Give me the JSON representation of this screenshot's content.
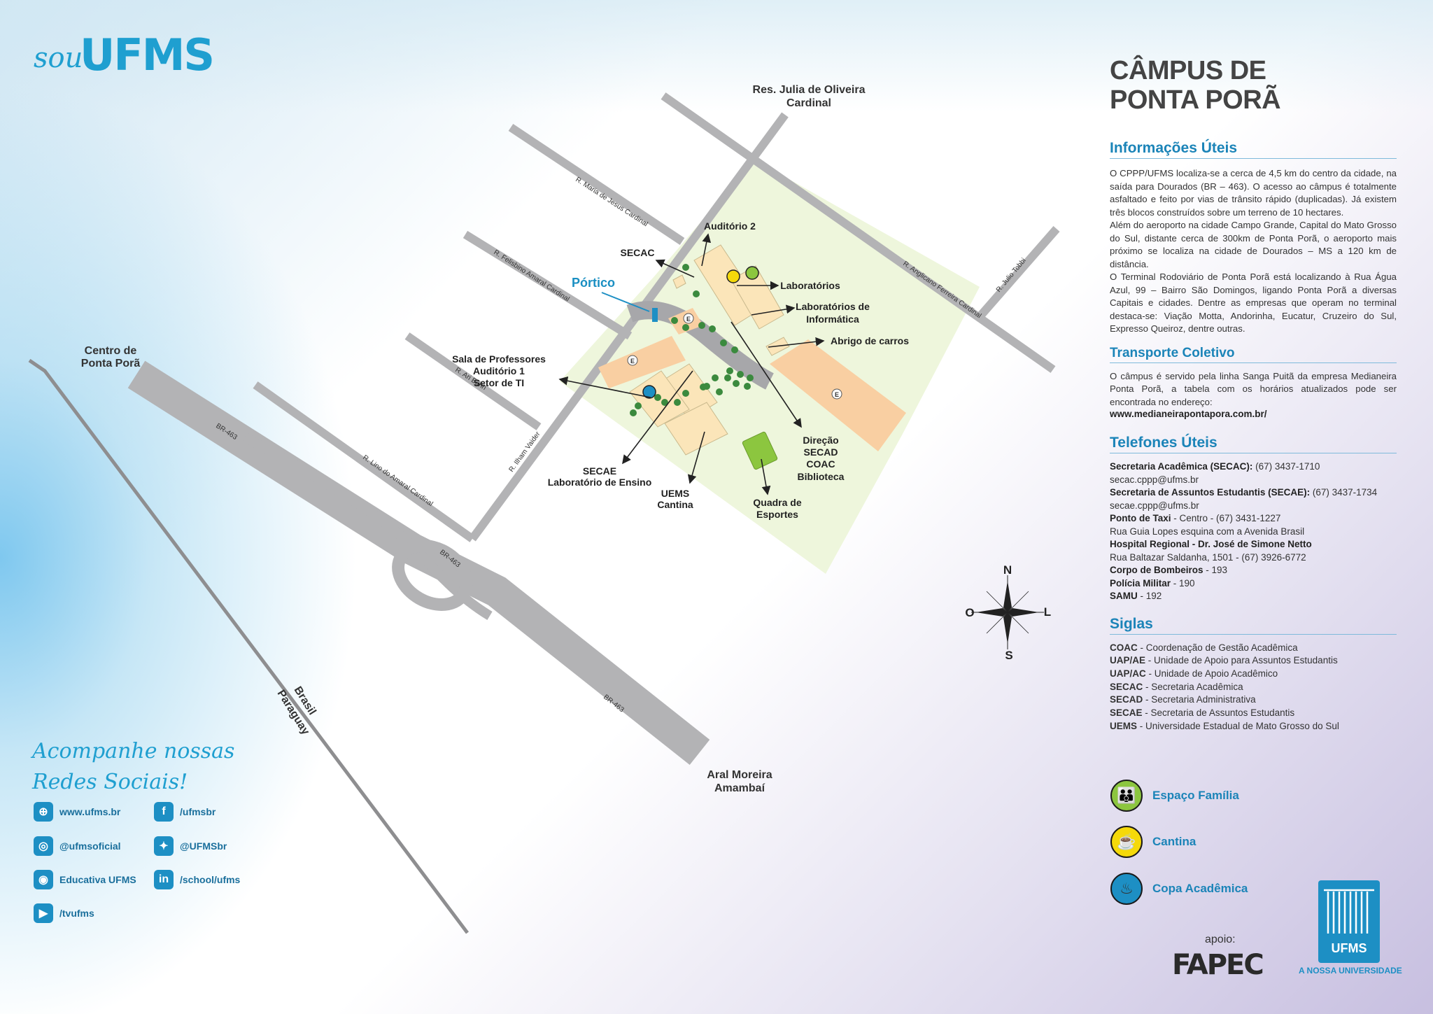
{
  "brand": {
    "sou": "sou",
    "ufms": "UFMS"
  },
  "map": {
    "places": {
      "res_julia": [
        "Res. Julia de Oliveira",
        "Cardinal"
      ],
      "centro": [
        "Centro de",
        "Ponta Porã"
      ],
      "aral": [
        "Aral Moreira",
        "Amambaí"
      ],
      "brasil": "Brasil",
      "paraguay": "Paraguay"
    },
    "roads": {
      "maria_jesus": "R. Maria de Jesus Cardinal",
      "felisbino": "R. Felisbino Amaral Cardinal",
      "ari_burin": "R. Ari Burin",
      "lino_amaral": "R. Lino do Amaral Cardinal",
      "ilham_vaider": "R. Ilham Vaider",
      "anglicano": "R. Anglicano Ferreira Cardinal",
      "julio_tobi": "R. Julio Tobbi",
      "br463": "BR-463"
    },
    "labels": {
      "auditorio2": "Auditório 2",
      "secac": "SECAC",
      "portico": "Pórtico",
      "laboratorios": "Laboratórios",
      "lab_info": [
        "Laboratórios de",
        "Informática"
      ],
      "abrigo": "Abrigo de carros",
      "sala_prof": [
        "Sala de Professores",
        "Auditório 1",
        "Setor de TI"
      ],
      "secae": [
        "SECAE",
        "Laboratório de Ensino"
      ],
      "uems": [
        "UEMS",
        "Cantina"
      ],
      "quadra": [
        "Quadra de",
        "Esportes"
      ],
      "direcao": [
        "Direção",
        "SECAD",
        "COAC",
        "Biblioteca"
      ],
      "estacionamento": "E"
    },
    "compass": {
      "n": "N",
      "s": "S",
      "o": "O",
      "l": "L"
    }
  },
  "panel": {
    "title": [
      "CÂMPUS DE",
      "PONTA PORÃ"
    ],
    "info_title": "Informações Úteis",
    "info_paragraphs": [
      "O CPPP/UFMS localiza-se a cerca de 4,5 km do centro da cidade, na saída para Dourados (BR – 463). O acesso ao câmpus é totalmente asfaltado e feito por vias de trânsito rápido (duplicadas). Já existem três blocos construídos sobre um terreno de 10 hectares.",
      "Além do aeroporto na cidade Campo Grande, Capital do Mato Grosso do Sul, distante cerca de 300km de Ponta Porã, o aeroporto mais próximo se localiza na cidade de Dourados – MS a 120 km de distância.",
      "O Terminal Rodoviário de Ponta Porã está localizando à Rua Água Azul, 99 – Bairro São Domingos, ligando Ponta Porã a diversas Capitais e cidades. Dentre as empresas que operam no terminal destaca-se: Viação Motta, Andorinha, Eucatur, Cruzeiro do Sul, Expresso Queiroz, dentre outras."
    ],
    "transporte_title": "Transporte Coletivo",
    "transporte_text": "O câmpus é servido pela linha Sanga Puitã da empresa Medianeira Ponta Porã, a tabela com os horários atualizados pode ser encontrada no endereço:",
    "transporte_url": "www.medianeirapontapora.com.br/",
    "telefones_title": "Telefones Úteis",
    "telefones": [
      {
        "bold": "Secretaria Acadêmica (SECAC):",
        "rest": " (67) 3437-1710"
      },
      {
        "bold": "",
        "rest": "secac.cppp@ufms.br"
      },
      {
        "bold": "Secretaria de Assuntos Estudantis (SECAE):",
        "rest": " (67) 3437-1734"
      },
      {
        "bold": "",
        "rest": "secae.cppp@ufms.br"
      },
      {
        "bold": "Ponto de Taxi",
        "rest": " - Centro - (67) 3431-1227"
      },
      {
        "bold": "",
        "rest": "Rua Guia Lopes esquina com a Avenida Brasil"
      },
      {
        "bold": "Hospital Regional - Dr. José de Simone Netto",
        "rest": ""
      },
      {
        "bold": "",
        "rest": "Rua Baltazar Saldanha, 1501 - (67) 3926-6772"
      },
      {
        "bold": "Corpo de Bombeiros",
        "rest": " - 193"
      },
      {
        "bold": "Polícia Militar",
        "rest": " - 190"
      },
      {
        "bold": "SAMU",
        "rest": " - 192"
      }
    ],
    "siglas_title": "Siglas",
    "siglas": [
      {
        "bold": "COAC",
        "rest": " - Coordenação de Gestão Acadêmica"
      },
      {
        "bold": "UAP/AE",
        "rest": " - Unidade de Apoio para Assuntos Estudantis"
      },
      {
        "bold": "UAP/AC",
        "rest": " - Unidade de Apoio Acadêmico"
      },
      {
        "bold": "SECAC",
        "rest": " - Secretaria Acadêmica"
      },
      {
        "bold": "SECAD",
        "rest": " - Secretaria Administrativa"
      },
      {
        "bold": "SECAE",
        "rest": " - Secretaria de Assuntos Estudantis"
      },
      {
        "bold": "UEMS",
        "rest": " - Universidade Estadual de Mato Grosso do Sul"
      }
    ],
    "legend": [
      {
        "icon": "family-icon",
        "glyph": "👪",
        "color": "#8cc63f",
        "label": "Espaço Família"
      },
      {
        "icon": "coffee-cup-icon",
        "glyph": "☕",
        "color": "#f5d90a",
        "label": "Cantina"
      },
      {
        "icon": "food-bowl-icon",
        "glyph": "♨",
        "color": "#1d8fc4",
        "label": "Copa Acadêmica"
      }
    ]
  },
  "social": {
    "title": [
      "Acompanhe nossas",
      "Redes Sociais!"
    ],
    "items": [
      {
        "icon": "globe-icon",
        "glyph": "⊕",
        "label": "www.ufms.br"
      },
      {
        "icon": "facebook-icon",
        "glyph": "f",
        "label": "/ufmsbr"
      },
      {
        "icon": "instagram-icon",
        "glyph": "◎",
        "label": "@ufmsoficial"
      },
      {
        "icon": "twitter-icon",
        "glyph": "✦",
        "label": "@UFMSbr"
      },
      {
        "icon": "radio-icon",
        "glyph": "◉",
        "label": "Educativa UFMS"
      },
      {
        "icon": "linkedin-icon",
        "glyph": "in",
        "label": "/school/ufms"
      },
      {
        "icon": "youtube-icon",
        "glyph": "▶",
        "label": "/tvufms"
      }
    ]
  },
  "footer": {
    "apoio": "apoio:",
    "fapec": "FAPEC",
    "ufms": "UFMS",
    "nossa": "A NOSSA UNIVERSIDADE"
  },
  "colors": {
    "accent": "#1d8fc4",
    "road": "#b3b3b5",
    "campus": "#eef6dc",
    "building": "#fbe5b9",
    "parking": "#f9cfa2",
    "tree": "#3b8a3e"
  }
}
